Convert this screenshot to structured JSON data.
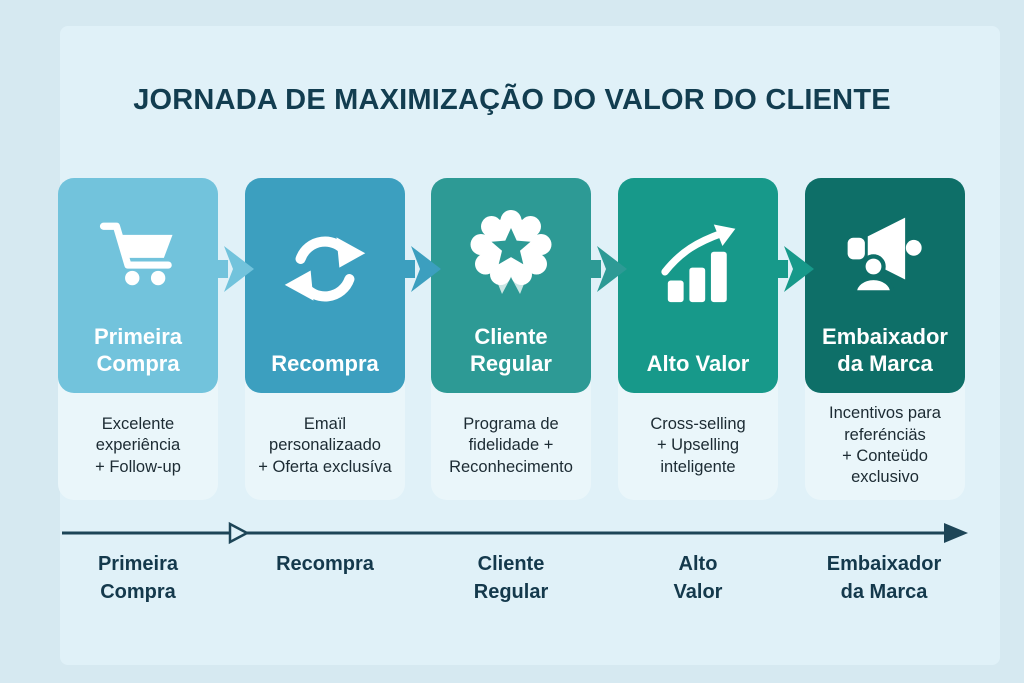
{
  "title": "JORNADA DE MAXIMIZAÇÃO DO VALOR DO CLIENTE",
  "colors": {
    "background": "#D6E9F1",
    "panel": "#E0F1F8",
    "card_description_background": "#EAF6FA",
    "title_text": "#123D50",
    "description_text": "#1C2B33",
    "timeline": "#1D4557",
    "stage1": "#72C3DC",
    "stage2": "#3C9FBF",
    "stage3": "#2D9A95",
    "stage4": "#17998A",
    "stage5": "#0E6F68"
  },
  "stages": [
    {
      "name": "Primeira Compra",
      "icon": "shopping-cart-icon",
      "color": "#72C3DC",
      "title_lines": [
        "Primeira",
        "Compra"
      ],
      "description_lines": [
        "Excelente",
        "experiência",
        "+ Follow-up"
      ],
      "timeline_lines": [
        "Primeira",
        "Compra"
      ]
    },
    {
      "name": "Recompra",
      "icon": "repeat-arrows-icon",
      "color": "#3C9FBF",
      "title_lines": [
        "Recompra"
      ],
      "description_lines": [
        "Emaïl",
        "personalizaado",
        "+ Oferta exclusíva"
      ],
      "timeline_lines": [
        "Recompra"
      ]
    },
    {
      "name": "Cliente Regular",
      "icon": "award-badge-icon",
      "color": "#2D9A95",
      "title_lines": [
        "Cliente",
        "Regular"
      ],
      "description_lines": [
        "Programa de",
        "fidelidade +",
        "Reconhecimento"
      ],
      "timeline_lines": [
        "Cliente",
        "Regular"
      ]
    },
    {
      "name": "Alto Valor",
      "icon": "growth-chart-icon",
      "color": "#17998A",
      "title_lines": [
        "Alto Valor"
      ],
      "description_lines": [
        "Cross-selling",
        "+ Upselling",
        "inteligente"
      ],
      "timeline_lines": [
        "Alto",
        "Valor"
      ]
    },
    {
      "name": "Embaixador da Marca",
      "icon": "megaphone-icon",
      "color": "#0E6F68",
      "title_lines": [
        "Embaixador",
        "da Marca"
      ],
      "description_lines": [
        "Incentivos para",
        "referénciäs",
        "+ Conteüdo",
        "exclusivo"
      ],
      "timeline_lines": [
        "Embaixador",
        "da Marca"
      ]
    }
  ]
}
